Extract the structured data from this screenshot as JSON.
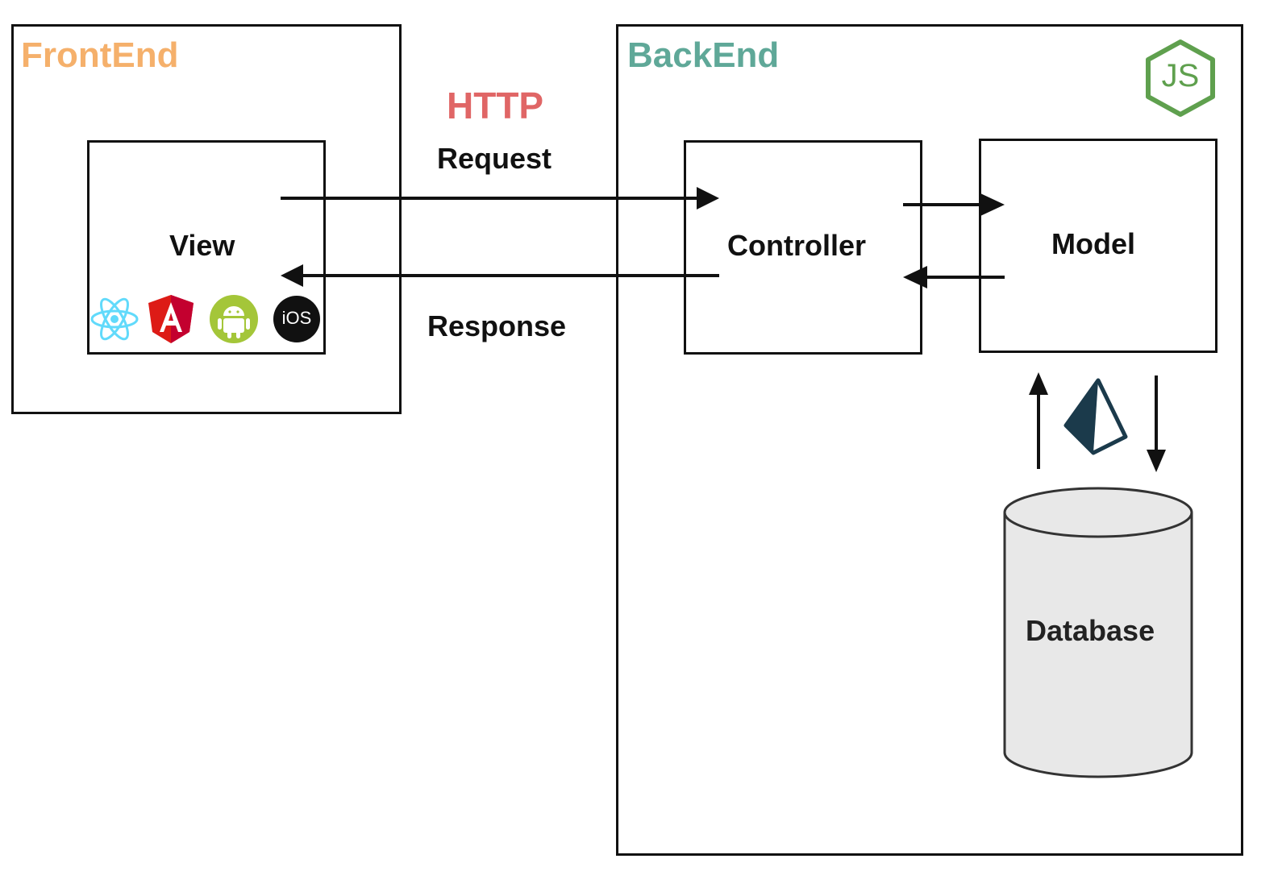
{
  "frontend": {
    "title": "FrontEnd",
    "title_color": "#f5b06b"
  },
  "backend": {
    "title": "BackEnd",
    "title_color": "#5fa898"
  },
  "protocol": {
    "label": "HTTP",
    "color": "#e06666"
  },
  "request": {
    "label": "Request"
  },
  "response": {
    "label": "Response"
  },
  "view": {
    "label": "View",
    "icons": [
      "react-icon",
      "angular-icon",
      "android-icon",
      "ios-icon"
    ],
    "ios_text": "iOS"
  },
  "controller": {
    "label": "Controller"
  },
  "model": {
    "label": "Model"
  },
  "database": {
    "label": "Database",
    "fill": "#e8e8e8"
  },
  "nodejs": {
    "icon": "nodejs-icon",
    "text": "JS",
    "color": "#5fa04e"
  },
  "orm": {
    "icon": "prisma-icon",
    "color": "#1b3a4b"
  },
  "colors": {
    "react": "#61dafb",
    "angular": "#dd1b16",
    "android": "#a4c639",
    "ios": "#111111"
  }
}
